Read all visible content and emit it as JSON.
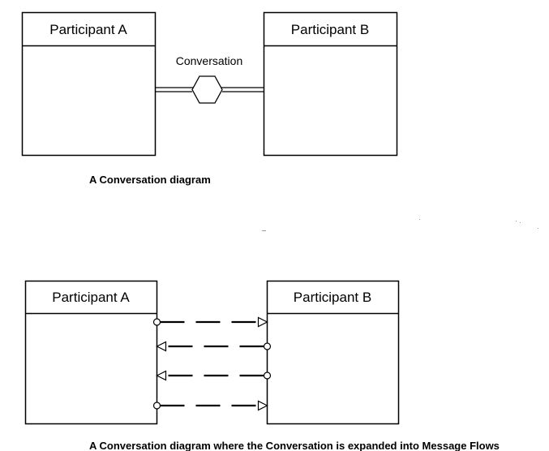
{
  "diagram1": {
    "participant_a": "Participant A",
    "participant_b": "Participant B",
    "conversation_label": "Conversation",
    "caption": "A Conversation diagram"
  },
  "diagram2": {
    "participant_a": "Participant A",
    "participant_b": "Participant B",
    "caption": "A Conversation diagram where the Conversation is expanded into Message Flows",
    "message_flows": [
      {
        "direction": "A-to-B"
      },
      {
        "direction": "B-to-A"
      },
      {
        "direction": "B-to-A"
      },
      {
        "direction": "A-to-B"
      }
    ]
  }
}
